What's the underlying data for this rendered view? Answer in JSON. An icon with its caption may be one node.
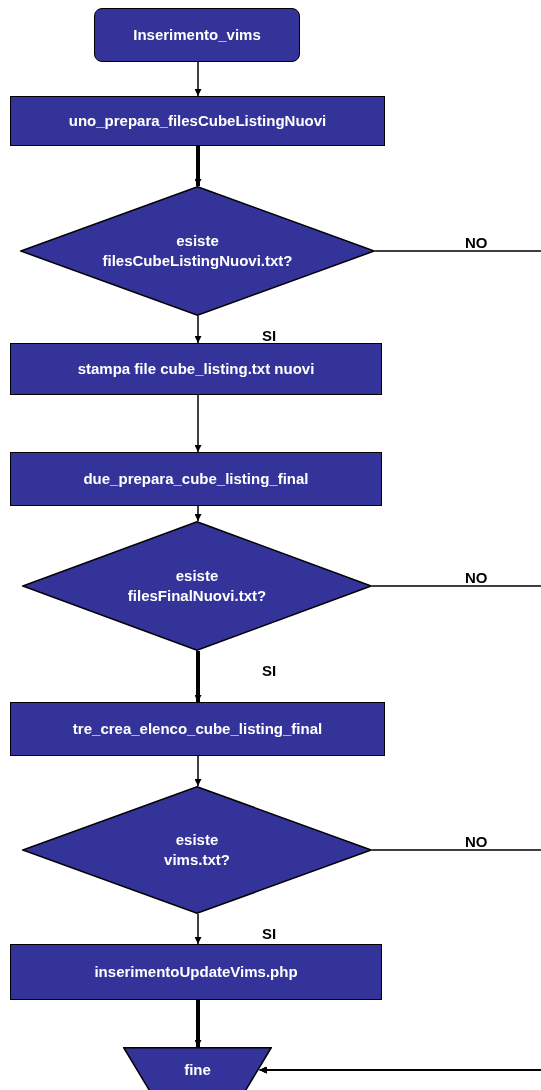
{
  "diagram": {
    "nodes": [
      {
        "text": [
          "Inserimento_vims"
        ]
      },
      {
        "text": [
          "uno_prepara_filesCubeListingNuovi"
        ]
      },
      {
        "text": [
          "esiste filesCubeListingNuovi.txt?"
        ]
      },
      {
        "text": [
          "stampa file cube_listing.txt nuovi"
        ]
      },
      {
        "text": [
          "due_prepara_cube_listing_final"
        ]
      },
      {
        "text": [
          "esiste filesFinalNuovi.txt?"
        ]
      },
      {
        "text": [
          "tre_crea_elenco_cube_listing_final"
        ]
      },
      {
        "text": [
          "esiste vims.txt?"
        ]
      },
      {
        "text": [
          "inserimentoUpdateVims.php"
        ]
      },
      {
        "text": [
          "fine"
        ]
      }
    ],
    "edges": [
      {
        "from": 0,
        "to": 1,
        "arrow": "to"
      },
      {
        "from": 1,
        "to": 2,
        "arrow": "to",
        "style": "thick"
      },
      {
        "from": 2,
        "to": 3,
        "arrow": "to",
        "label": "SI"
      },
      {
        "from": 3,
        "to": 4,
        "arrow": "to"
      },
      {
        "from": 4,
        "to": 5,
        "arrow": "to"
      },
      {
        "from": 5,
        "to": 6,
        "arrow": "to",
        "label": "SI",
        "style": "thick"
      },
      {
        "from": 6,
        "to": 7,
        "arrow": "to"
      },
      {
        "from": 7,
        "to": 8,
        "arrow": "to",
        "label": "SI"
      },
      {
        "from": 8,
        "to": 9,
        "arrow": "to",
        "style": "thick"
      },
      {
        "from": 2,
        "to": 9,
        "arrow": "to",
        "label": "NO"
      },
      {
        "from": 5,
        "to": 9,
        "arrow": "to",
        "label": "NO"
      },
      {
        "from": 7,
        "to": 9,
        "arrow": "to",
        "label": "NO"
      }
    ]
  }
}
